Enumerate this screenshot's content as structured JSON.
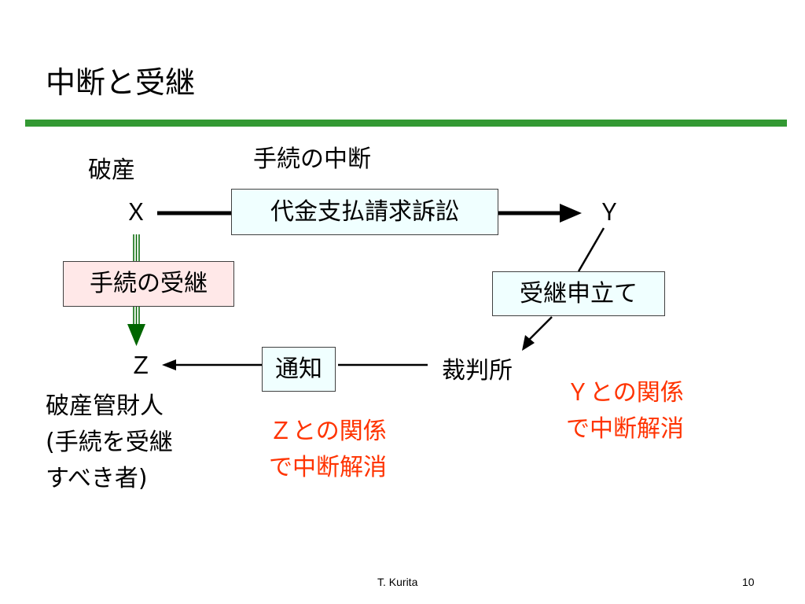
{
  "slide": {
    "title": "中断と受継",
    "bankruptcy_label": "破産",
    "interruption_label": "手続の中断",
    "party_x": "Ｘ",
    "party_y": "Ｙ",
    "party_z": "Ｚ",
    "lawsuit_box": "代金支払請求訴訟",
    "succession_box": "手続の受継",
    "petition_box": "受継申立て",
    "notice_box": "通知",
    "court_label": "裁判所",
    "trustee_lines": [
      "破産管財人",
      "(手続を受継",
      "すべき者)"
    ],
    "z_relation_lines": [
      "Ｚとの関係",
      "で中断解消"
    ],
    "y_relation_lines": [
      "Ｙとの関係",
      "で中断解消"
    ]
  },
  "footer": {
    "author": "T. Kurita",
    "page_number": "10"
  },
  "colors": {
    "rule": "#339933",
    "box_fill": "#f0ffff",
    "succession_fill": "#ffe8e8",
    "red_text": "#ff3300",
    "green_arrow": "#006600"
  }
}
